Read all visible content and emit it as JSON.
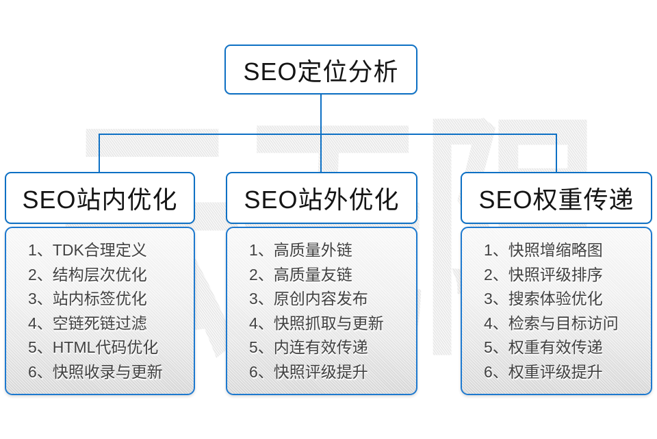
{
  "accent_color": "#0d70c4",
  "watermark": {
    "text": "云无限"
  },
  "root": {
    "title": "SEO定位分析"
  },
  "columns": [
    {
      "header": "SEO站内优化",
      "items": [
        "1、TDK合理定义",
        "2、结构层次优化",
        "3、站内标签优化",
        "4、空链死链过滤",
        "5、HTML代码优化",
        "6、快照收录与更新"
      ]
    },
    {
      "header": "SEO站外优化",
      "items": [
        "1、高质量外链",
        "2、高质量友链",
        "3、原创内容发布",
        "4、快照抓取与更新",
        "5、内连有效传递",
        "6、快照评级提升"
      ]
    },
    {
      "header": "SEO权重传递",
      "items": [
        "1、快照增缩略图",
        "2、快照评级排序",
        "3、搜索体验优化",
        "4、检索与目标访问",
        "5、权重有效传递",
        "6、权重评级提升"
      ]
    }
  ]
}
